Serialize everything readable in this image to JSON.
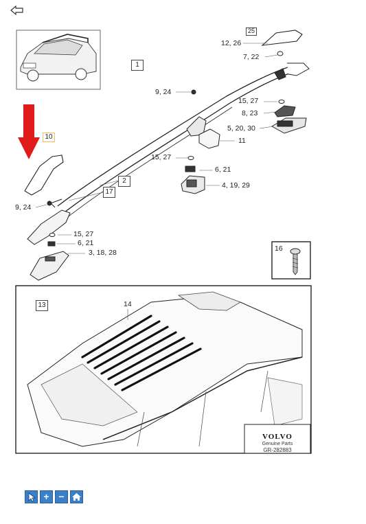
{
  "nav": {
    "back_icon": "back-arrow-icon"
  },
  "labels": {
    "l1": "1",
    "l2": "2",
    "l10": "10",
    "l11": "11",
    "l13": "13",
    "l14": "14",
    "l16": "16",
    "l17": "17",
    "l25": "25",
    "l_12_26": "12, 26",
    "l_7_22": "7, 22",
    "l_9_24_top": "9, 24",
    "l_15_27_top": "15, 27",
    "l_8_23": "8, 23",
    "l_5_20_30": "5, 20, 30",
    "l_15_27_mid": "15, 27",
    "l_6_21_mid": "6, 21",
    "l_4_19_29": "4, 19, 29",
    "l_9_24_left": "9, 24",
    "l_15_27_low": "15, 27",
    "l_6_21_low": "6, 21",
    "l_3_18_28": "3, 18, 28"
  },
  "brand": {
    "name": "VOLVO",
    "sub": "Genuine Parts",
    "code": "GR-282883"
  },
  "toolbar": {
    "pointer_icon": "pointer-icon",
    "zoom_in_label": "+",
    "zoom_out_label": "−",
    "home_icon": "home-icon"
  },
  "colors": {
    "arrow": "#e01b1b",
    "toolbar": "#3a7fc9",
    "label_box_highlight": "#f0c060"
  }
}
